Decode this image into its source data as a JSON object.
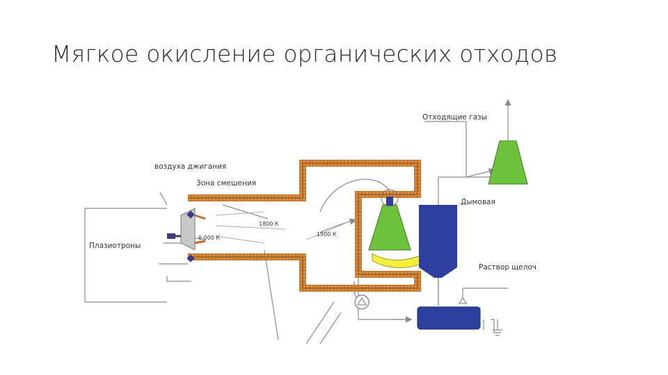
{
  "slide": {
    "title": "Мягкое окисление органических отходов"
  },
  "diagram": {
    "labels": {
      "combustion_air": "воздуха джигания",
      "mixing_zone": "Зона смешения",
      "plasmatrons": "Плазиотроны",
      "temp_6000": "6 000 К",
      "temp_1800": "1800 К",
      "temp_1500": "1500 К",
      "flue_gases": "Отходящие газы",
      "smoke_exhauster": "Дымовая",
      "alkali_solution": "Раствор щелочи"
    },
    "colors": {
      "furnace_wall": "#c7772a",
      "furnace_dots": "#e8b07a",
      "scrubber": "#2e3f9e",
      "cone": "#6cc23a",
      "residue": "#f2ee3a",
      "lines": "#8a8a8a"
    }
  }
}
